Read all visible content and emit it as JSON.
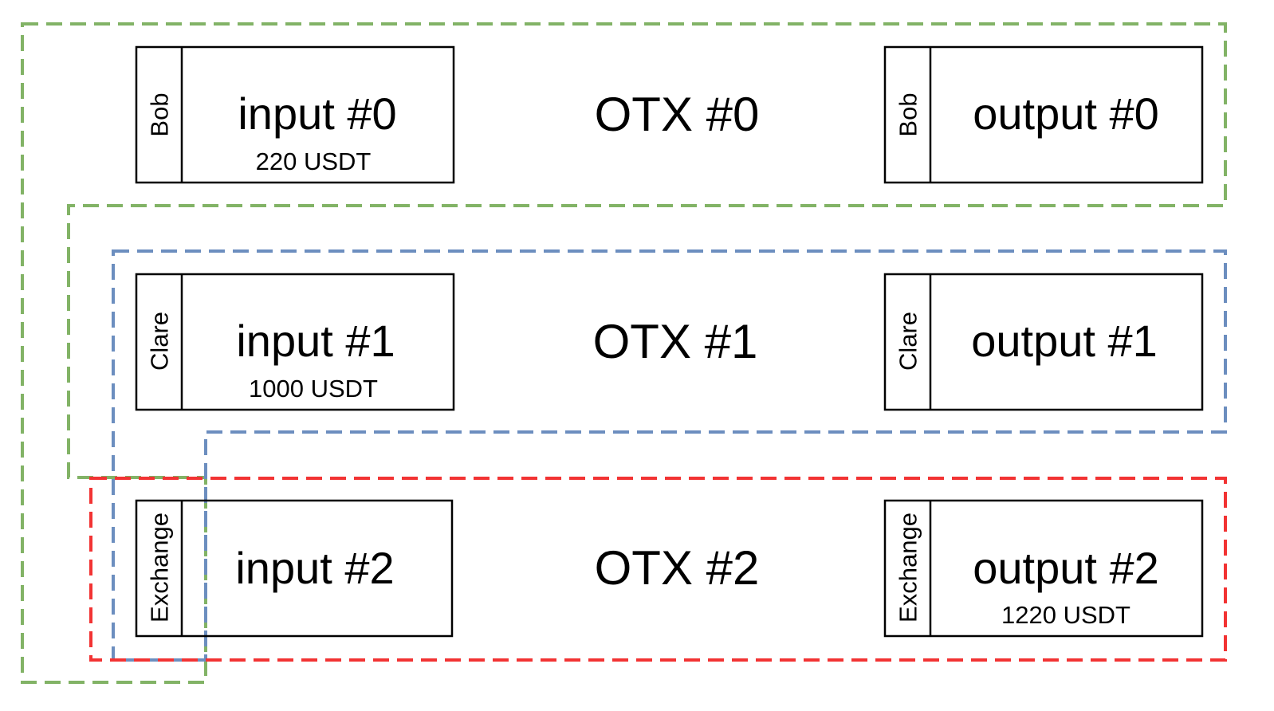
{
  "colors": {
    "green": "#82b366",
    "blue": "#6c8ebf",
    "red": "#f23333",
    "box_stroke": "#000000"
  },
  "rows": [
    {
      "otx_label": "OTX #0",
      "input": {
        "owner": "Bob",
        "label": "input #0",
        "amount": "220 USDT"
      },
      "output": {
        "owner": "Bob",
        "label": "output #0",
        "amount": ""
      }
    },
    {
      "otx_label": "OTX #1",
      "input": {
        "owner": "Clare",
        "label": "input #1",
        "amount": "1000 USDT"
      },
      "output": {
        "owner": "Clare",
        "label": "output #1",
        "amount": ""
      }
    },
    {
      "otx_label": "OTX #2",
      "input": {
        "owner": "Exchange",
        "label": "input #2",
        "amount": ""
      },
      "output": {
        "owner": "Exchange",
        "label": "output #2",
        "amount": "1220 USDT"
      }
    }
  ]
}
